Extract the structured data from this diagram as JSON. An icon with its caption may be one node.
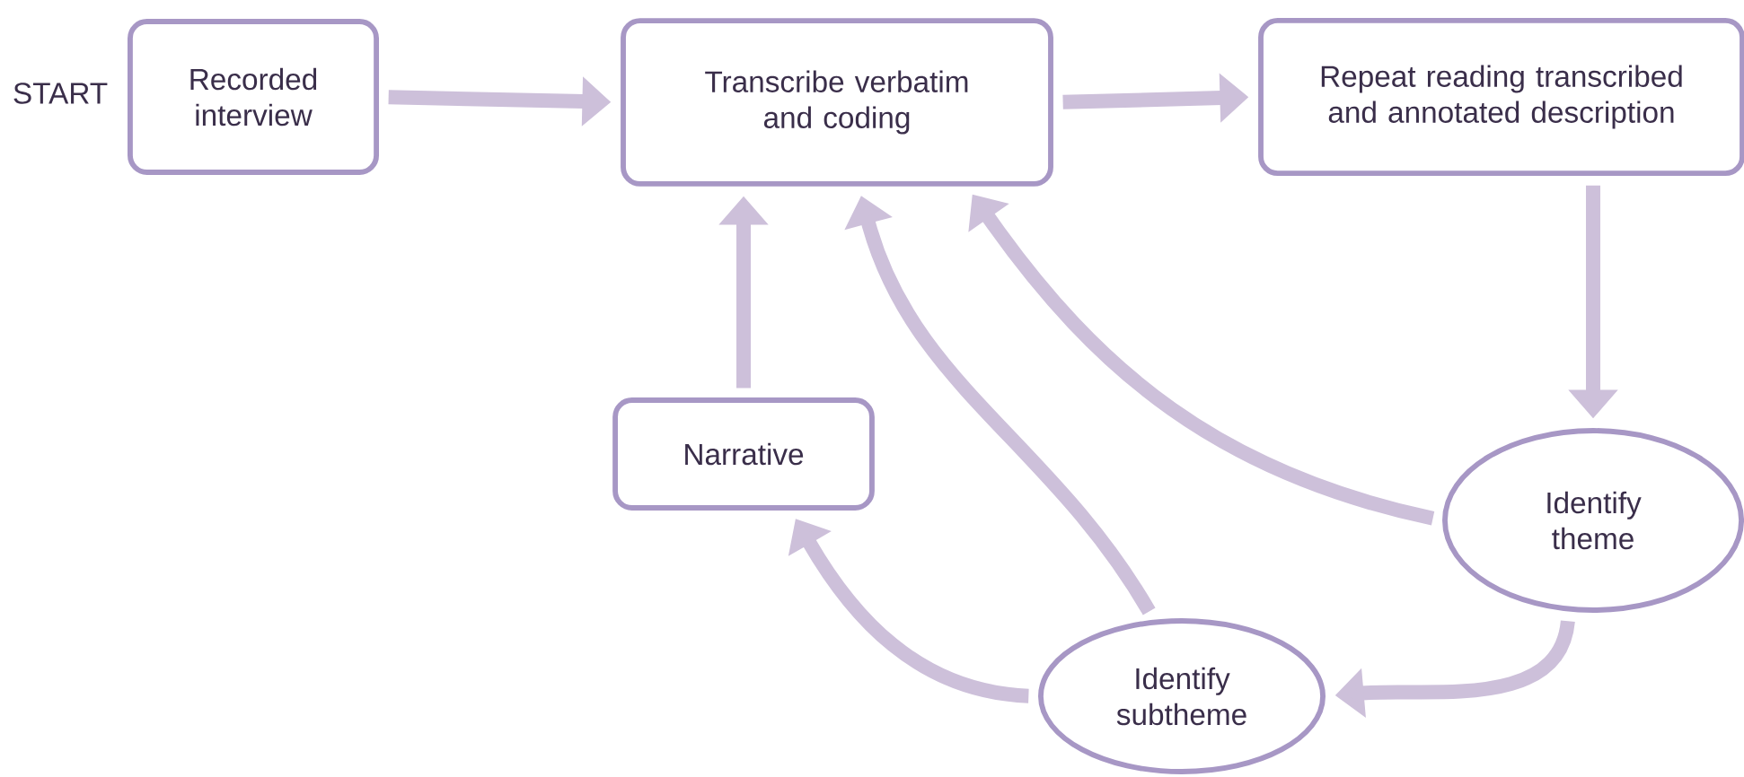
{
  "diagram": {
    "nodes": [
      {
        "text": [
          "Recorded interview"
        ],
        "beside": [
          "START"
        ]
      },
      {
        "text": [
          "Transcribe verbatim and coding"
        ]
      },
      {
        "text": [
          "Repeat reading transcribed and annotated description"
        ]
      },
      {
        "text": [
          "Narrative"
        ]
      },
      {
        "text": [
          "Identify theme"
        ]
      },
      {
        "text": [
          "Identify subtheme"
        ]
      }
    ],
    "edges": [
      {
        "from": 0,
        "to": 1,
        "arrow": "to"
      },
      {
        "from": 1,
        "to": 2,
        "arrow": "to"
      },
      {
        "from": 2,
        "to": 4,
        "arrow": "to"
      },
      {
        "from": 4,
        "to": 1,
        "arrow": "to"
      },
      {
        "from": 4,
        "to": 5,
        "arrow": "to"
      },
      {
        "from": 5,
        "to": 1,
        "arrow": "to"
      },
      {
        "from": 5,
        "to": 3,
        "arrow": "to"
      },
      {
        "from": 3,
        "to": 1,
        "arrow": "to"
      }
    ]
  }
}
